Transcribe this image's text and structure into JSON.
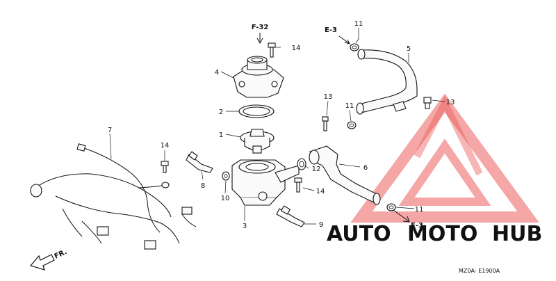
{
  "diagram": {
    "callouts": {
      "n1": "1",
      "n2": "2",
      "n3": "3",
      "n4": "4",
      "n5": "5",
      "n6": "6",
      "n7": "7",
      "n8": "8",
      "n9": "9",
      "n10": "10",
      "n11a": "11",
      "n11b": "11",
      "n11c": "11",
      "n12": "12",
      "n13a": "13",
      "n13b": "13",
      "n14a": "14",
      "n14b": "14",
      "n14c": "14"
    },
    "refs": {
      "f32": "F-32",
      "e3_top": "E-3",
      "e3_bottom": "E-3"
    },
    "direction_label": "FR.",
    "diagram_code": "MZ0A- E1900A"
  },
  "watermark": {
    "auto": "AUTO",
    "moto": "MOTO",
    "hub": "HUB",
    "colors": {
      "brand_red": "#e8423f",
      "brand_orange": "#f2a53a",
      "brand_gray": "#555555"
    }
  }
}
